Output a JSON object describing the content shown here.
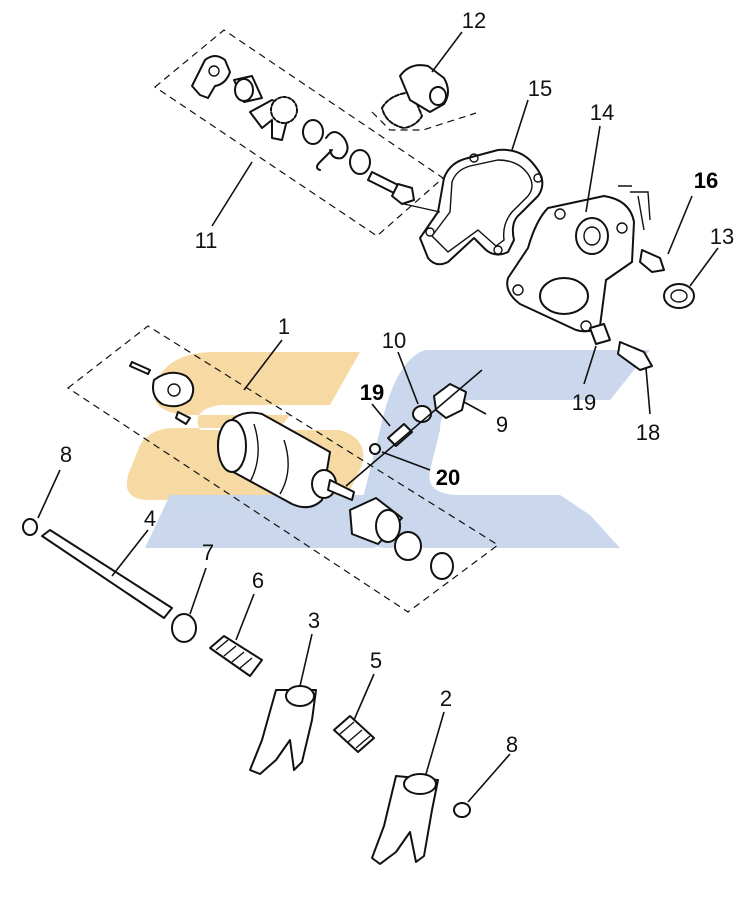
{
  "diagram": {
    "watermark": {
      "orange": "#f7d79a",
      "blue": "#c4d3ea"
    },
    "callouts": [
      {
        "id": "c12",
        "text": "12",
        "bold": false
      },
      {
        "id": "c15",
        "text": "15",
        "bold": false
      },
      {
        "id": "c14",
        "text": "14",
        "bold": false
      },
      {
        "id": "c16",
        "text": "16",
        "bold": true
      },
      {
        "id": "c13",
        "text": "13",
        "bold": false
      },
      {
        "id": "c11",
        "text": "11",
        "bold": false
      },
      {
        "id": "c1",
        "text": "1",
        "bold": false
      },
      {
        "id": "c10",
        "text": "10",
        "bold": false
      },
      {
        "id": "c19a",
        "text": "19",
        "bold": true
      },
      {
        "id": "c9",
        "text": "9",
        "bold": false
      },
      {
        "id": "c19b",
        "text": "19",
        "bold": false
      },
      {
        "id": "c18",
        "text": "18",
        "bold": false
      },
      {
        "id": "c20",
        "text": "20",
        "bold": true
      },
      {
        "id": "c8a",
        "text": "8",
        "bold": false
      },
      {
        "id": "c4",
        "text": "4",
        "bold": false
      },
      {
        "id": "c7",
        "text": "7",
        "bold": false
      },
      {
        "id": "c6",
        "text": "6",
        "bold": false
      },
      {
        "id": "c3",
        "text": "3",
        "bold": false
      },
      {
        "id": "c5",
        "text": "5",
        "bold": false
      },
      {
        "id": "c2",
        "text": "2",
        "bold": false
      },
      {
        "id": "c8b",
        "text": "8",
        "bold": false
      }
    ]
  }
}
